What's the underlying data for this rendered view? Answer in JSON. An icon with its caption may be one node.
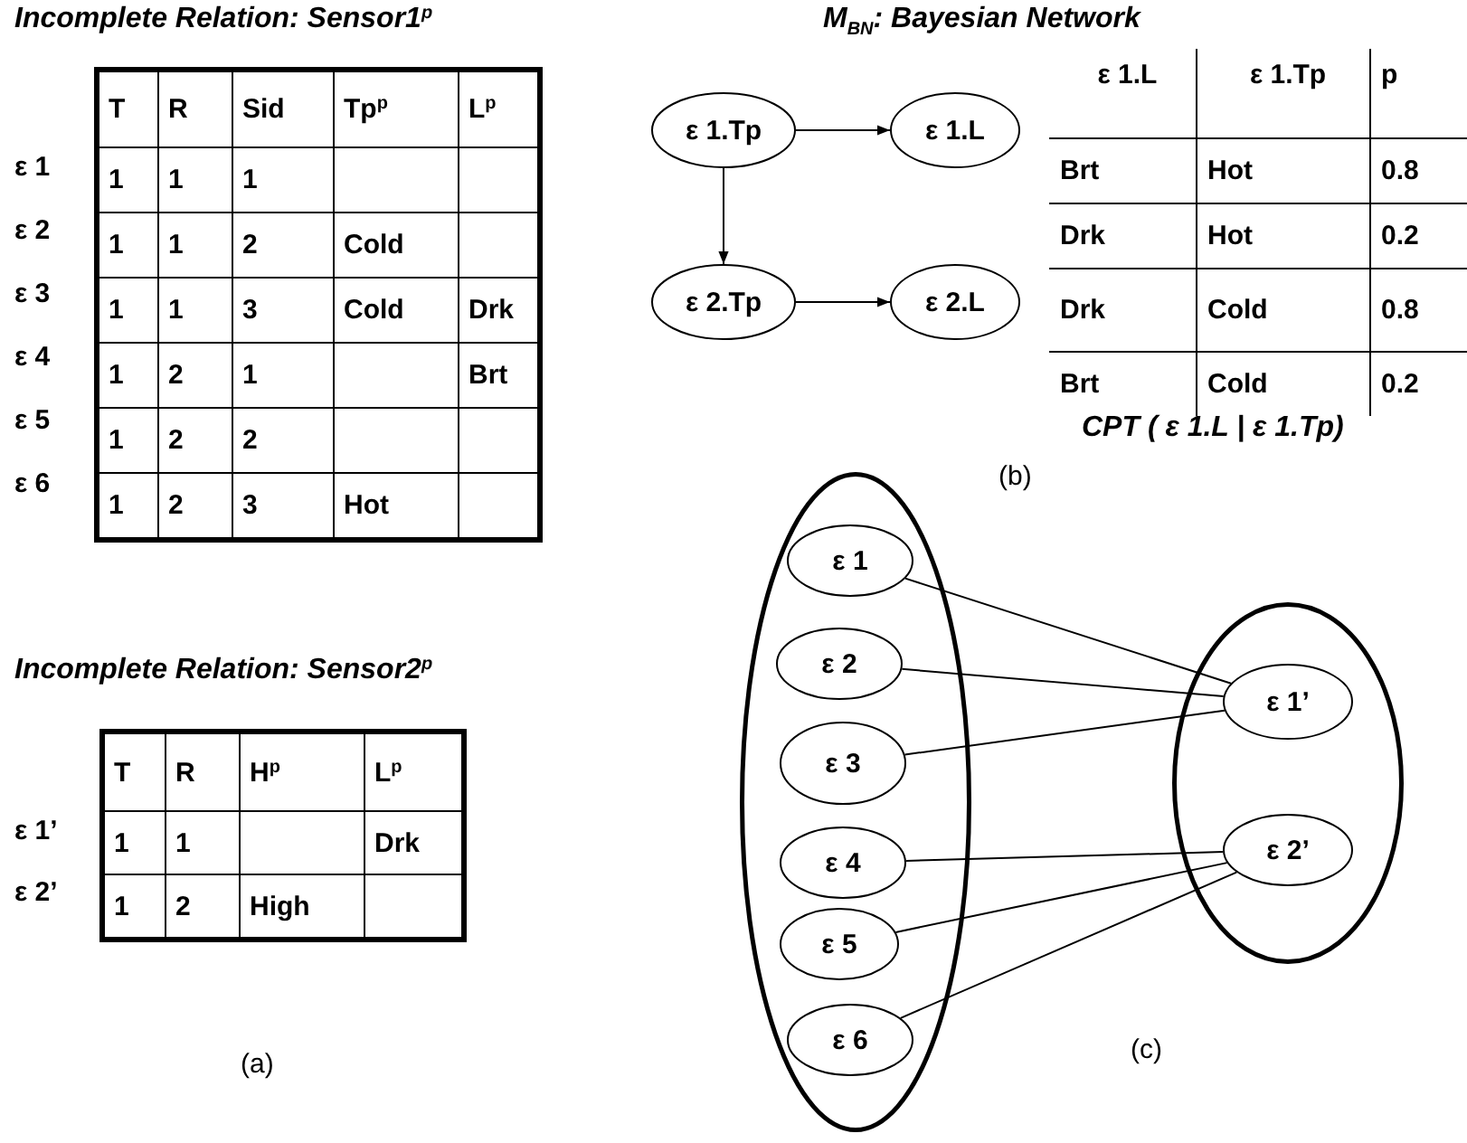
{
  "diagram": {
    "nodes": [
      {
        "text": [
          "ε 1.Tp"
        ]
      },
      {
        "text": [
          "ε 1.L"
        ]
      },
      {
        "text": [
          "ε 2.Tp"
        ]
      },
      {
        "text": [
          "ε 2.L"
        ]
      },
      {
        "text": [],
        "shape": "ellipse"
      },
      {
        "text": [
          "ε 1"
        ],
        "in": 4
      },
      {
        "text": [
          "ε 2"
        ],
        "in": 4
      },
      {
        "text": [
          "ε 3"
        ],
        "in": 4
      },
      {
        "text": [
          "ε 4"
        ],
        "in": 4
      },
      {
        "text": [
          "ε 5"
        ],
        "in": 4
      },
      {
        "text": [
          "ε 6"
        ],
        "in": 4
      },
      {
        "text": [],
        "shape": "ellipse"
      },
      {
        "text": [
          "ε 1’"
        ],
        "in": 11
      },
      {
        "text": [
          "ε 2’"
        ],
        "in": 11
      }
    ],
    "edges": [
      {
        "from": 0,
        "to": 1,
        "arrow": "to"
      },
      {
        "from": 0,
        "to": 2,
        "arrow": "to"
      },
      {
        "from": 2,
        "to": 3,
        "arrow": "to"
      },
      {
        "from": 5,
        "to": 12,
        "arrow": "none"
      },
      {
        "from": 6,
        "to": 12,
        "arrow": "none"
      },
      {
        "from": 7,
        "to": 12,
        "arrow": "none"
      },
      {
        "from": 8,
        "to": 13,
        "arrow": "none"
      },
      {
        "from": 9,
        "to": 13,
        "arrow": "none"
      },
      {
        "from": 10,
        "to": 13,
        "arrow": "none"
      }
    ],
    "labels": [
      "Incomplete Relation: Sensor1$^{p}$",
      "M$_{BN}$: Bayesian Network",
      "T",
      "R",
      "Sid",
      "Tp$^{p}$",
      "L$^{p}$",
      "ε 1",
      "1",
      "1",
      "1",
      "ε 2",
      "1",
      "1",
      "2",
      "Cold",
      "ε 3",
      "1",
      "1",
      "3",
      "Cold",
      "Drk",
      "ε 4",
      "1",
      "2",
      "1",
      "Brt",
      "ε 5",
      "1",
      "2",
      "2",
      "ε 6",
      "1",
      "2",
      "3",
      "Hot",
      "ε 1.L",
      "ε 1.Tp",
      "p",
      "Brt",
      "Hot",
      "0.8",
      "Drk",
      "Hot",
      "0.2",
      "Drk",
      "Cold",
      "0.8",
      "Brt",
      "Cold",
      "0.2",
      "CPT ( ε 1.L |  ε 1.Tp)",
      "(b)",
      "Incomplete Relation: Sensor2$^{p}$",
      "T",
      "R",
      "H$^{p}$",
      "L$^{p}$",
      "ε 1’",
      "1",
      "1",
      "Drk",
      "ε 2’",
      "1",
      "2",
      "High",
      "(a)",
      "(c)"
    ]
  }
}
